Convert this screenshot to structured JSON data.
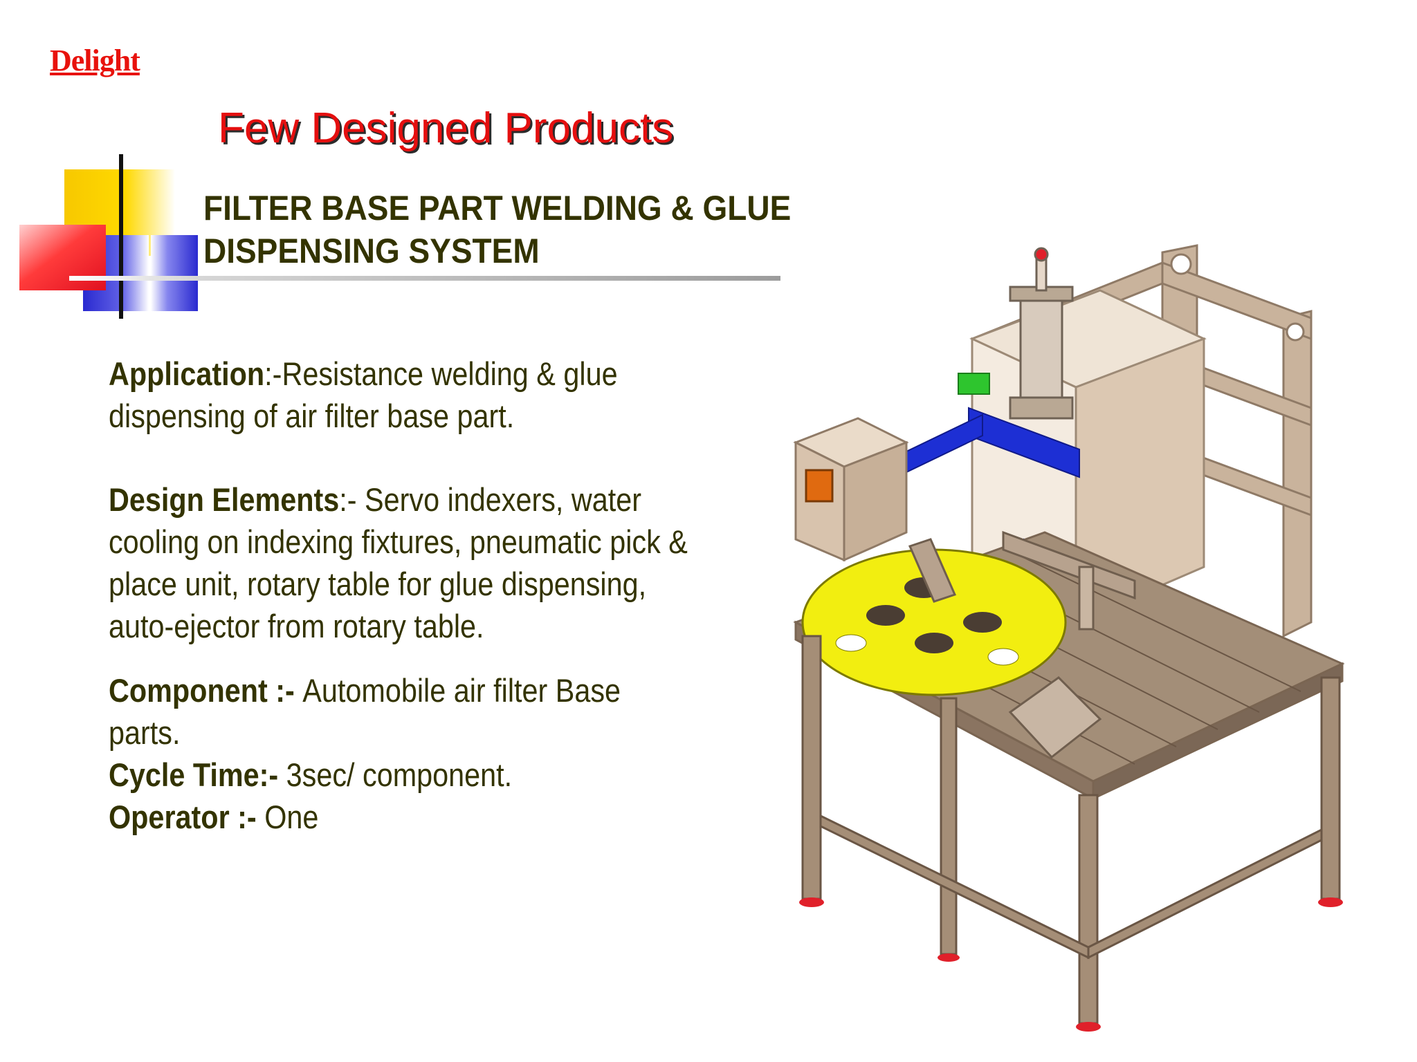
{
  "brand": {
    "text": "Delight"
  },
  "slide": {
    "title": "Few Designed Products",
    "subtitle": "FILTER BASE PART WELDING & GLUE DISPENSING SYSTEM"
  },
  "details": {
    "application": {
      "label": "Application",
      "sep": ":-",
      "text": "Resistance welding & glue dispensing of air filter base part."
    },
    "design_elements": {
      "label": "Design Elements",
      "sep": ":- ",
      "text": "Servo indexers, water cooling on indexing fixtures, pneumatic pick & place unit, rotary table for glue dispensing, auto-ejector from rotary table."
    },
    "component": {
      "label": "Component :- ",
      "text": "Automobile air filter Base parts."
    },
    "cycle_time": {
      "label": "Cycle Time:- ",
      "text": "3sec/ component."
    },
    "operator": {
      "label": "Operator :- ",
      "text": "One"
    }
  },
  "colors": {
    "title_red": "#e50f0f",
    "body_olive": "#333300",
    "deco_yellow": "#f7c800",
    "deco_blue": "#2a2ad0",
    "deco_red": "#e8182a"
  }
}
